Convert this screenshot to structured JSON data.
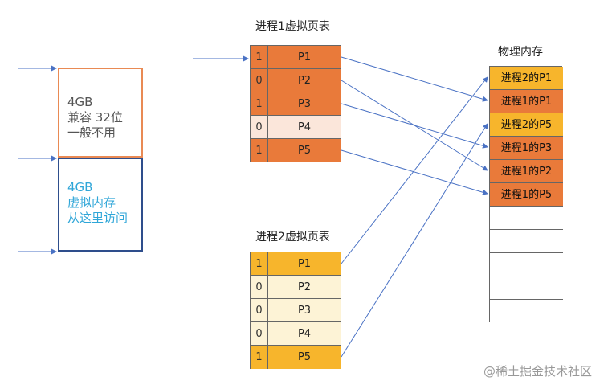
{
  "left_box_top": {
    "lines": [
      "4GB",
      "兼容 32位",
      "一般不用"
    ]
  },
  "left_box_bottom": {
    "lines": [
      "4GB",
      "虚拟内存",
      "从这里访问"
    ]
  },
  "table1": {
    "title": "进程1虚拟页表",
    "rows": [
      {
        "bit": "1",
        "name": "P1",
        "fill": "#E97A3A"
      },
      {
        "bit": "0",
        "name": "P2",
        "fill": "#E97A3A"
      },
      {
        "bit": "1",
        "name": "P3",
        "fill": "#E97A3A"
      },
      {
        "bit": "0",
        "name": "P4",
        "fill": "#FBE6DA"
      },
      {
        "bit": "1",
        "name": "P5",
        "fill": "#E97A3A"
      }
    ]
  },
  "table2": {
    "title": "进程2虚拟页表",
    "rows": [
      {
        "bit": "1",
        "name": "P1",
        "fill": "#F7B52C"
      },
      {
        "bit": "0",
        "name": "P2",
        "fill": "#FDF3D6"
      },
      {
        "bit": "0",
        "name": "P3",
        "fill": "#FDF3D6"
      },
      {
        "bit": "0",
        "name": "P4",
        "fill": "#FDF3D6"
      },
      {
        "bit": "1",
        "name": "P5",
        "fill": "#F7B52C"
      }
    ]
  },
  "memory": {
    "title": "物理内存",
    "cells": [
      {
        "label": "进程2的P1",
        "fill": "#F7B52C"
      },
      {
        "label": "进程1的P1",
        "fill": "#E97A3A"
      },
      {
        "label": "进程2的P5",
        "fill": "#F7B52C"
      },
      {
        "label": "进程1的P3",
        "fill": "#E97A3A"
      },
      {
        "label": "进程1的P2",
        "fill": "#E97A3A"
      },
      {
        "label": "进程1的P5",
        "fill": "#E97A3A"
      },
      {
        "label": "",
        "fill": "#ffffff"
      },
      {
        "label": "",
        "fill": "#ffffff"
      },
      {
        "label": "",
        "fill": "#ffffff"
      },
      {
        "label": "",
        "fill": "#ffffff"
      },
      {
        "label": "",
        "fill": "#ffffff"
      }
    ]
  },
  "watermark": "@稀土掘金技术社区",
  "colors": {
    "arrow": "#4A72C4",
    "orange": "#E97A3A",
    "yellow": "#F7B52C",
    "left_top_border": "#E98A54",
    "left_bottom_border": "#2E4E8C",
    "left_bottom_text": "#2FA6D8"
  }
}
